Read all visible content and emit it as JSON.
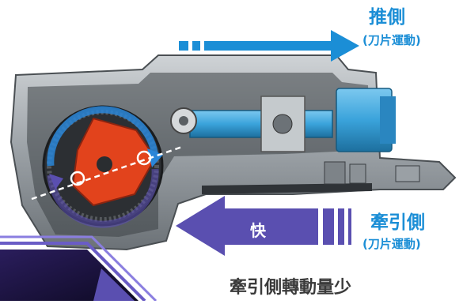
{
  "push_side": {
    "title": "推側",
    "subtitle": "(刀片運動)",
    "color": "#1b8ed6"
  },
  "pull_side": {
    "title": "牽引側",
    "subtitle": "(刀片運動)",
    "color": "#1b8ed6"
  },
  "fast_label": "快",
  "caption": "牽引側轉動量少",
  "colors": {
    "push_arrow": "#1b8ed6",
    "pull_arrow": "#5a4fb0",
    "gear_rotation_arrow": "#2a86d8",
    "cam": "#e2431c",
    "piston": "#3aa3db"
  },
  "icons": {
    "push_arrow": "arrow-right-icon",
    "pull_arrow": "arrow-left-icon",
    "rotation_arrow": "circular-arrow-icon"
  }
}
